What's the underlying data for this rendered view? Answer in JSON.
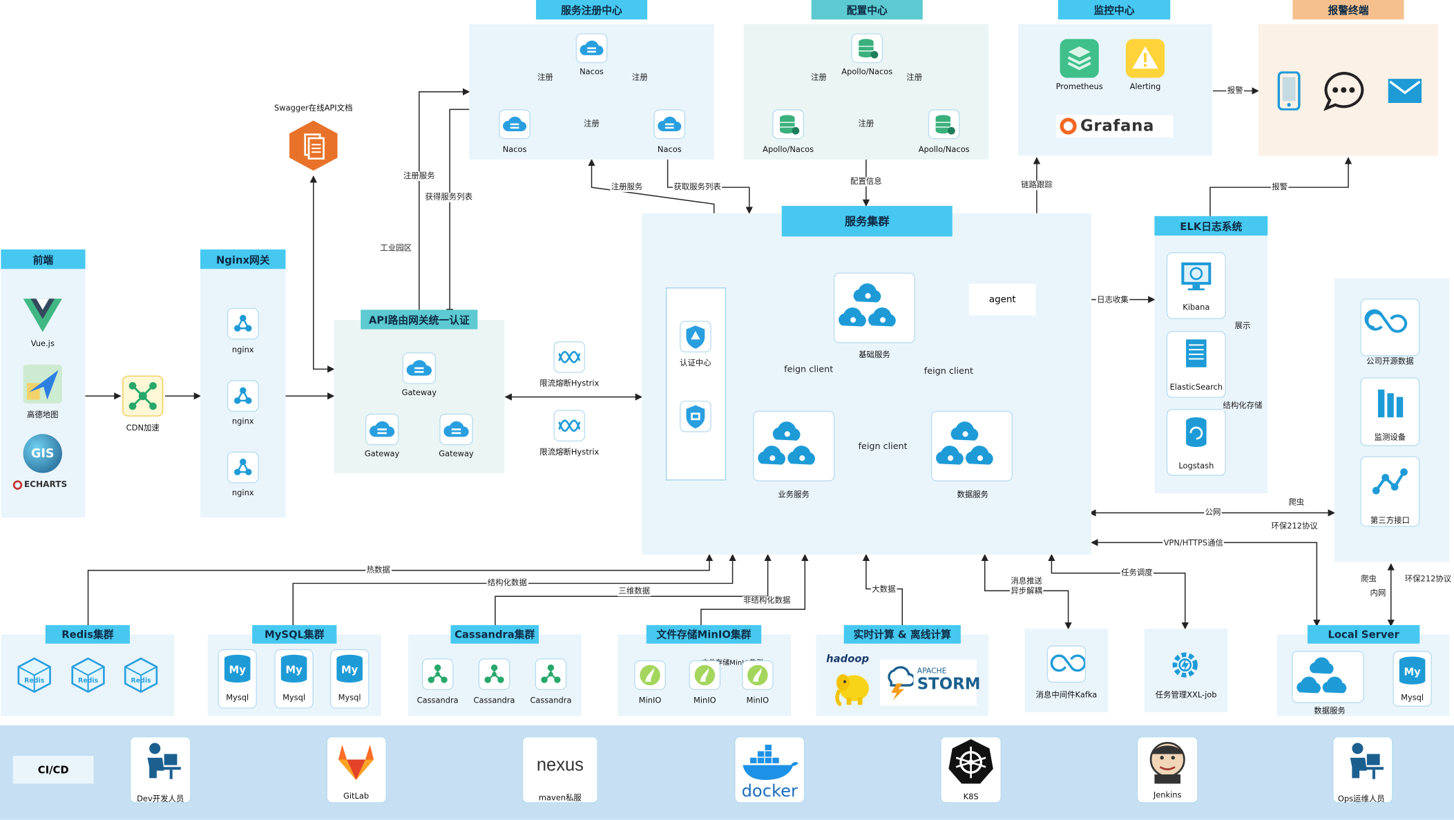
{
  "frontend": {
    "title": "前端",
    "items": [
      "Vue.js",
      "高德地图",
      "GIS",
      "ECHARTS"
    ]
  },
  "cdn": {
    "label": "CDN加速"
  },
  "nginx": {
    "title": "Nginx网关",
    "items": [
      "nginx",
      "nginx",
      "nginx"
    ]
  },
  "swagger": {
    "label": "Swagger在线API文档"
  },
  "gateway": {
    "title": "API路由网关统一认证",
    "items": [
      "Gateway",
      "Gateway",
      "Gateway"
    ]
  },
  "industrial": {
    "label": "工业园区"
  },
  "registry": {
    "title": "服务注册中心",
    "nodes": [
      "Nacos",
      "Nacos",
      "Nacos"
    ],
    "edge_label": "注册"
  },
  "config": {
    "title": "配置中心",
    "nodes": [
      "Apollo/Nacos",
      "Apollo/Nacos",
      "Apollo/Nacos"
    ],
    "edge_label": "注册"
  },
  "monitor": {
    "title": "监控中心",
    "items": [
      "Prometheus",
      "Alerting"
    ],
    "brand": "Grafana"
  },
  "alert": {
    "title": "报警终端"
  },
  "hystrix": [
    "限流熔断Hystrix",
    "限流熔断Hystrix"
  ],
  "cluster": {
    "title": "服务集群",
    "auth": "认证中心",
    "agent": "agent",
    "base": "基础服务",
    "biz": "业务服务",
    "data": "数据服务",
    "feign": "feign client"
  },
  "elk": {
    "title": "ELK日志系统",
    "items": [
      "Kibana",
      "ElasticSearch",
      "Logstash"
    ],
    "show": "展示",
    "store": "结构化存储"
  },
  "third": {
    "items": [
      "公司开源数据",
      "监测设备",
      "第三方接口"
    ]
  },
  "edges": {
    "register_svc": "注册服务",
    "get_svc_list": "获得服务列表",
    "register_svc2": "注册服务",
    "get_svc_list2": "获取服务列表",
    "config_info": "配置信息",
    "trace": "链路跟踪",
    "alarm": "报警",
    "alarm2": "报警",
    "log_collect": "日志收集",
    "crawler": "爬虫",
    "public_net": "公网",
    "env212": "环保212协议",
    "vpn": "VPN/HTTPS通信",
    "crawler2": "爬虫",
    "intranet": "内网",
    "env212b": "环保212协议",
    "hot": "热数据",
    "structured": "结构化数据",
    "three_d": "三维数据",
    "unstructured": "非结构化数据",
    "big_data": "大数据",
    "mq": "消息推送\n异步解耦",
    "task": "任务调度"
  },
  "redis": {
    "title": "Redis集群",
    "items": [
      "Redis",
      "Redis",
      "Redis"
    ]
  },
  "mysql": {
    "title": "MySQL集群",
    "items": [
      "Mysql",
      "Mysql",
      "Mysql"
    ]
  },
  "cassandra": {
    "title": "Cassandra集群",
    "items": [
      "Cassandra",
      "Cassandra",
      "Cassandra"
    ]
  },
  "minio": {
    "title": "文件存储MinIO集群",
    "items": [
      "MinIO",
      "MinIO",
      "MinIO"
    ],
    "inner": "文件存储MinIO集群"
  },
  "compute": {
    "title": "实时计算 & 离线计算",
    "hadoop": "hadoop",
    "storm": "STORM",
    "storm_top": "APACHE"
  },
  "kafka": {
    "label": "消息中间件Kafka"
  },
  "xxljob": {
    "label": "任务管理XXL-job"
  },
  "local": {
    "title": "Local Server",
    "items": [
      "数据服务",
      "Mysql"
    ]
  },
  "cicd": {
    "title": "CI/CD",
    "items": [
      "Dev开发人员",
      "GitLab",
      "maven私服",
      "docker",
      "K8S",
      "Jenkins",
      "Ops运维人员"
    ],
    "nexus": "nexus"
  },
  "colors": {
    "header": "#46c8f0",
    "panel": "#eaf5fb",
    "cicd": "#c6dff3",
    "accent": "#1e9bd7"
  }
}
